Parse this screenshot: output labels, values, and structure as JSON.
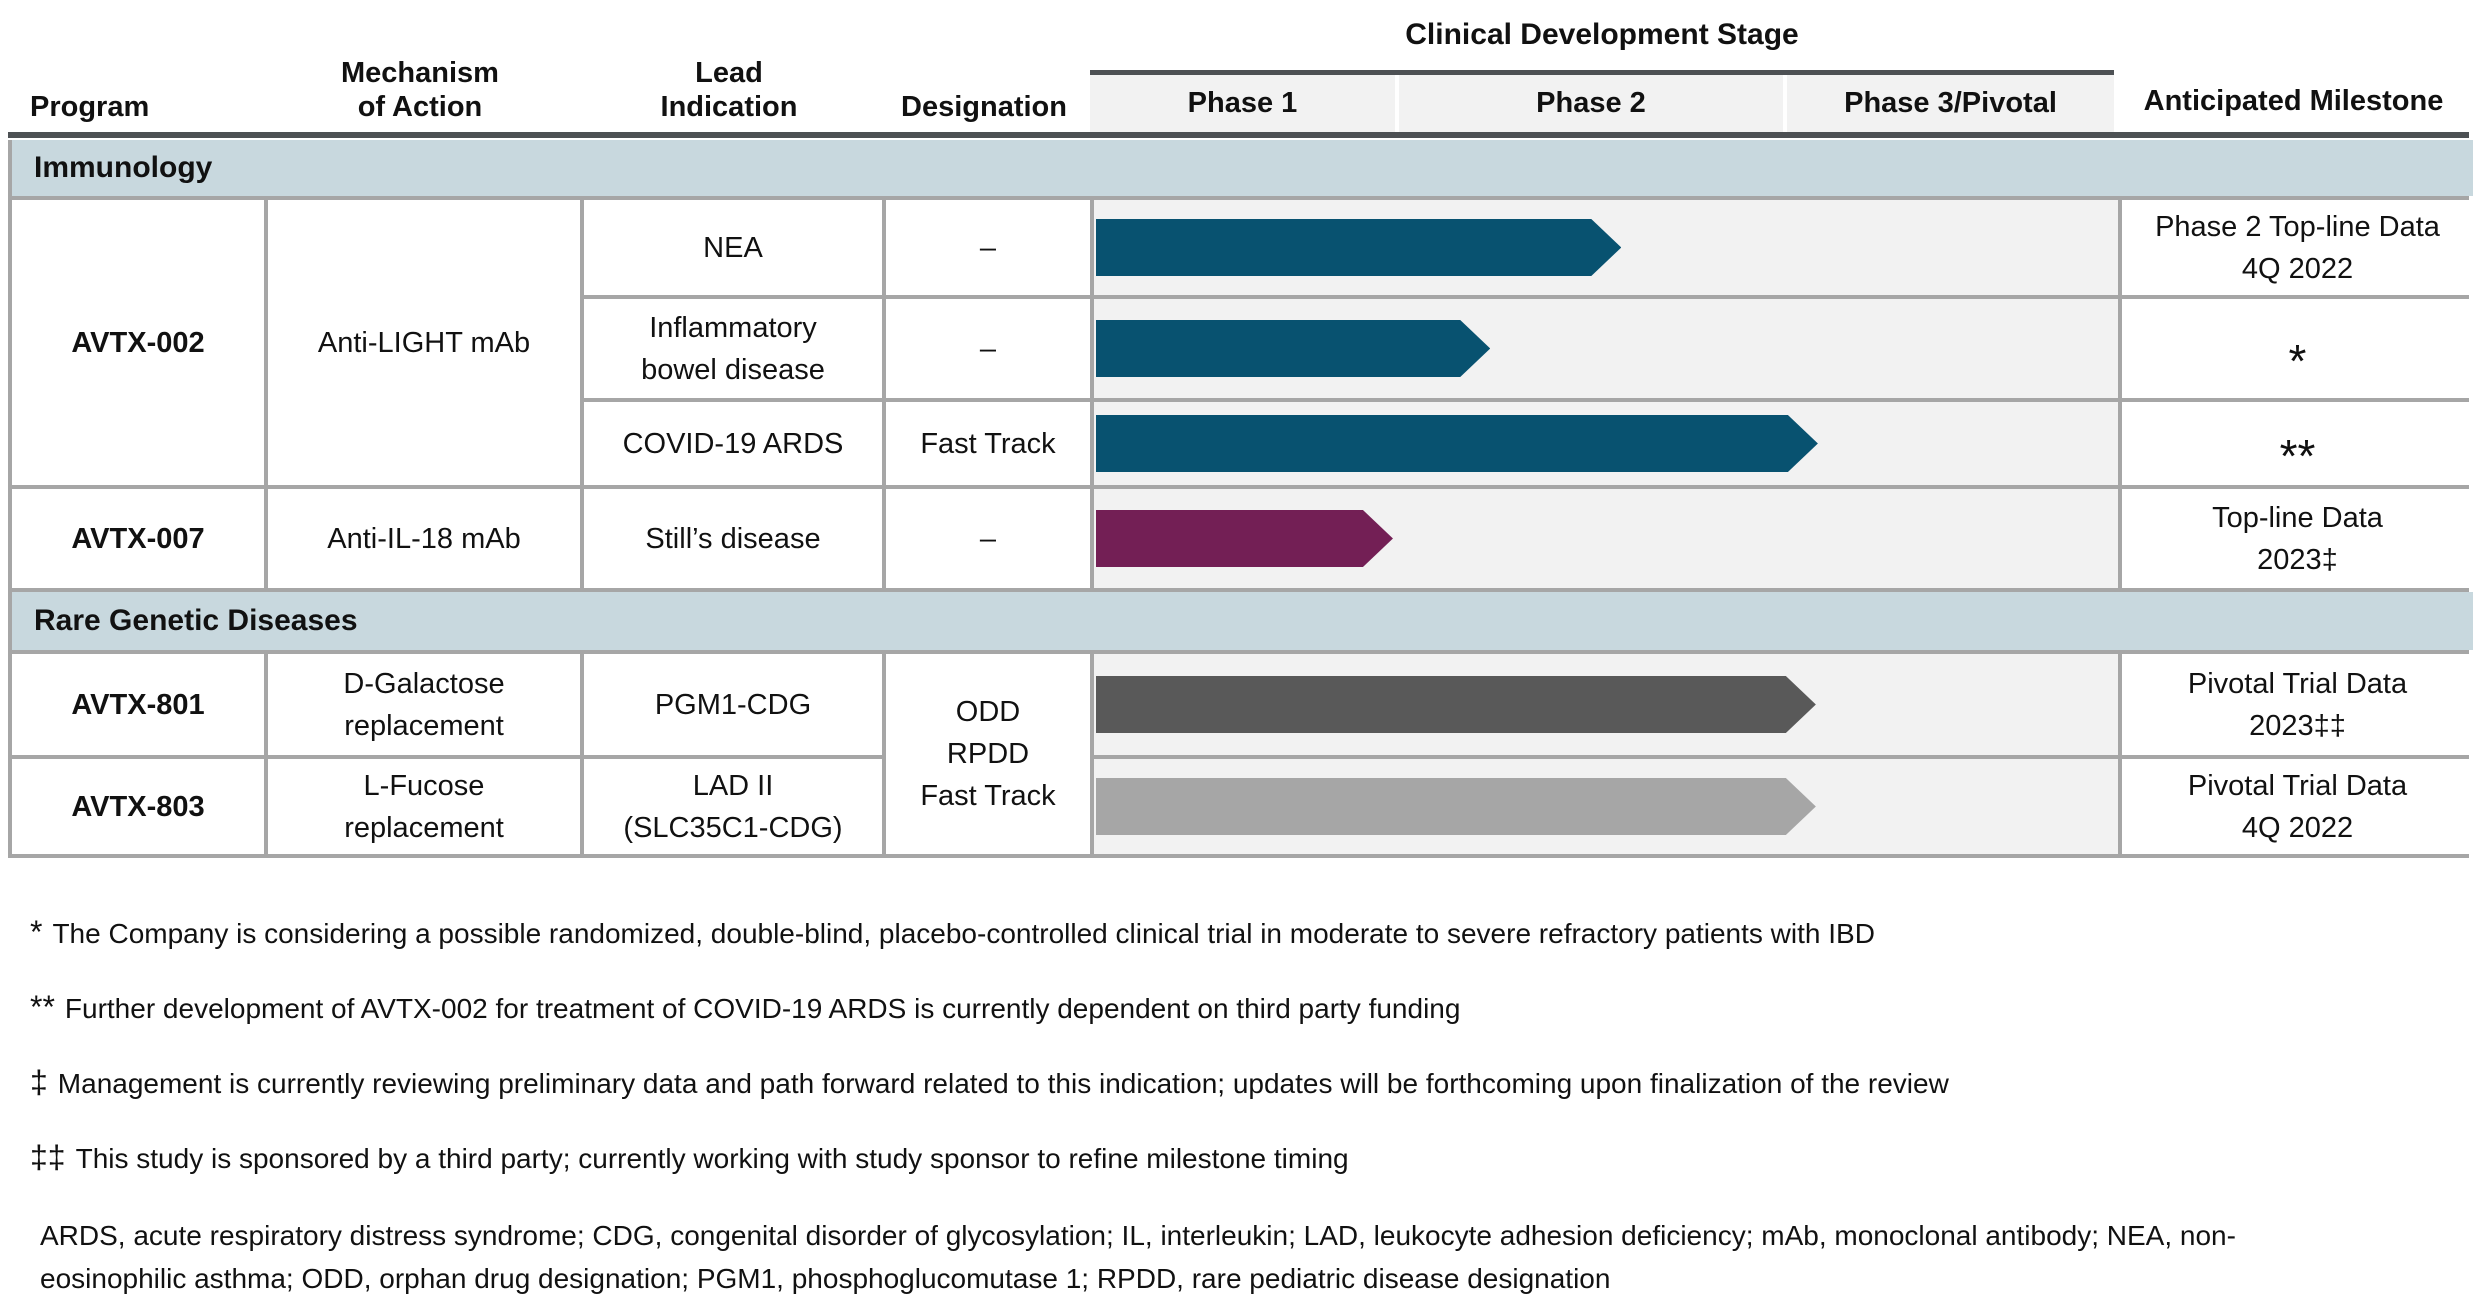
{
  "header": {
    "program": "Program",
    "mechanism": [
      "Mechanism",
      "of Action"
    ],
    "lead": [
      "Lead",
      "Indication"
    ],
    "designation": "Designation",
    "stage_title": "Clinical Development Stage",
    "phases": [
      "Phase 1",
      "Phase 2",
      "Phase 3/Pivotal"
    ],
    "milestone": "Anticipated Milestone"
  },
  "sections": [
    {
      "label": "Immunology",
      "programs": [
        {
          "name": "AVTX-002",
          "mechanism": [
            "Anti-LIGHT mAb"
          ],
          "rows": [
            {
              "indication": [
                "NEA"
              ],
              "designation": "–",
              "bar": {
                "color": "teal",
                "end_pct": 51.3
              },
              "milestone": [
                "Phase 2 Top-line Data",
                "4Q 2022"
              ]
            },
            {
              "indication": [
                "Inflammatory",
                "bowel disease"
              ],
              "designation": "–",
              "bar": {
                "color": "teal",
                "end_pct": 38.5
              },
              "milestone": [
                "*"
              ]
            },
            {
              "indication": [
                "COVID-19 ARDS"
              ],
              "designation": "Fast Track",
              "bar": {
                "color": "teal",
                "end_pct": 70.5
              },
              "milestone": [
                "**"
              ]
            }
          ]
        },
        {
          "name": "AVTX-007",
          "mechanism": [
            "Anti-IL-18 mAb"
          ],
          "rows": [
            {
              "indication": [
                "Still’s disease"
              ],
              "designation": "–",
              "bar": {
                "color": "purple",
                "end_pct": 29.0
              },
              "milestone": [
                "Top-line Data",
                "2023‡"
              ]
            }
          ]
        }
      ]
    },
    {
      "label": "Rare Genetic Diseases",
      "shared_designation": [
        "ODD",
        "RPDD",
        "Fast Track"
      ],
      "programs": [
        {
          "name": "AVTX-801",
          "mechanism": [
            "D-Galactose",
            "replacement"
          ],
          "rows": [
            {
              "indication": [
                "PGM1-CDG"
              ],
              "bar": {
                "color": "darkgray",
                "end_pct": 70.3
              },
              "milestone": [
                "Pivotal Trial Data",
                "2023‡‡"
              ]
            }
          ]
        },
        {
          "name": "AVTX-803",
          "mechanism": [
            "L-Fucose",
            "replacement"
          ],
          "rows": [
            {
              "indication": [
                "LAD II",
                "(SLC35C1-CDG)"
              ],
              "bar": {
                "color": "lightgray",
                "end_pct": 70.3
              },
              "milestone": [
                "Pivotal Trial Data",
                "4Q 2022"
              ]
            }
          ]
        }
      ]
    }
  ],
  "footnotes": [
    {
      "marker": "*",
      "text": "The Company is considering a possible randomized, double-blind, placebo-controlled clinical trial in moderate to severe refractory patients with IBD"
    },
    {
      "marker": "**",
      "text": "Further development of AVTX-002 for treatment of COVID-19 ARDS is currently dependent on third party funding"
    },
    {
      "marker": "‡",
      "text": "Management is currently reviewing preliminary data and path forward related to this indication; updates will be forthcoming upon finalization of the review"
    },
    {
      "marker": "‡‡",
      "text": "This study is sponsored by a third party; currently working with study sponsor to refine milestone timing"
    }
  ],
  "abbreviation_lines": [
    "ARDS, acute respiratory distress syndrome; CDG, congenital disorder of glycosylation; IL, interleukin; LAD, leukocyte adhesion deficiency; mAb, monoclonal antibody; NEA, non-",
    "eosinophilic asthma; ODD, orphan drug designation; PGM1, phosphoglucomutase 1; RPDD, rare pediatric disease designation"
  ],
  "colors": {
    "teal": "#085270",
    "purple": "#731f55",
    "darkgray": "#595959",
    "lightgray": "#a6a6a6",
    "band": "#c8d8de",
    "lane": "#f2f2f2",
    "border": "#a6a6a6",
    "dark_line": "#4d5154"
  },
  "chart_data": {
    "type": "table",
    "title": "Clinical Development Stage",
    "x_axis_stages": [
      "Phase 1",
      "Phase 2",
      "Phase 3/Pivotal"
    ],
    "rows": [
      {
        "section": "Immunology",
        "program": "AVTX-002",
        "mechanism_of_action": "Anti-LIGHT mAb",
        "lead_indication": "NEA",
        "designation": "–",
        "stage_reached": "mid Phase 2",
        "progress_fraction_of_full_pipeline": 0.51,
        "anticipated_milestone": "Phase 2 Top-line Data 4Q 2022",
        "bar_color": "#085270"
      },
      {
        "section": "Immunology",
        "program": "AVTX-002",
        "mechanism_of_action": "Anti-LIGHT mAb",
        "lead_indication": "Inflammatory bowel disease",
        "designation": "–",
        "stage_reached": "early Phase 2",
        "progress_fraction_of_full_pipeline": 0.39,
        "anticipated_milestone": "*",
        "bar_color": "#085270"
      },
      {
        "section": "Immunology",
        "program": "AVTX-002",
        "mechanism_of_action": "Anti-LIGHT mAb",
        "lead_indication": "COVID-19 ARDS",
        "designation": "Fast Track",
        "stage_reached": "start of Phase 3/Pivotal",
        "progress_fraction_of_full_pipeline": 0.7,
        "anticipated_milestone": "**",
        "bar_color": "#085270"
      },
      {
        "section": "Immunology",
        "program": "AVTX-007",
        "mechanism_of_action": "Anti-IL-18 mAb",
        "lead_indication": "Still’s disease",
        "designation": "–",
        "stage_reached": "end of Phase 1",
        "progress_fraction_of_full_pipeline": 0.29,
        "anticipated_milestone": "Top-line Data 2023‡",
        "bar_color": "#731f55"
      },
      {
        "section": "Rare Genetic Diseases",
        "program": "AVTX-801",
        "mechanism_of_action": "D-Galactose replacement",
        "lead_indication": "PGM1-CDG",
        "designation": "ODD, RPDD, Fast Track",
        "stage_reached": "start of Phase 3/Pivotal",
        "progress_fraction_of_full_pipeline": 0.7,
        "anticipated_milestone": "Pivotal Trial Data 2023‡‡",
        "bar_color": "#595959"
      },
      {
        "section": "Rare Genetic Diseases",
        "program": "AVTX-803",
        "mechanism_of_action": "L-Fucose replacement",
        "lead_indication": "LAD II (SLC35C1-CDG)",
        "designation": "ODD, RPDD, Fast Track",
        "stage_reached": "start of Phase 3/Pivotal",
        "progress_fraction_of_full_pipeline": 0.7,
        "anticipated_milestone": "Pivotal Trial Data 4Q 2022",
        "bar_color": "#a6a6a6"
      }
    ]
  }
}
